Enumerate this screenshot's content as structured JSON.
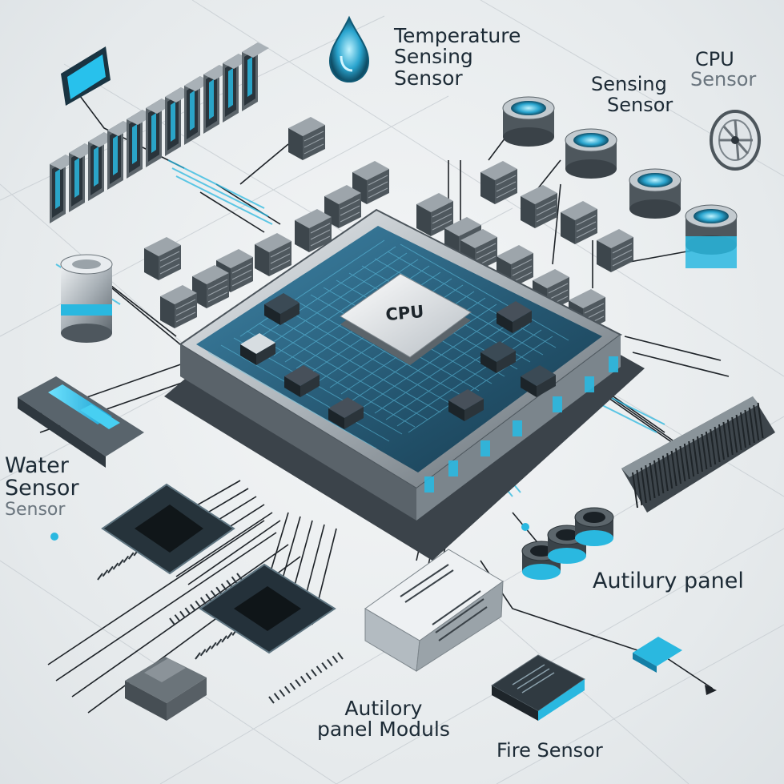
{
  "labels": {
    "temperature": [
      "Temperature",
      "Sensing",
      "Sensor"
    ],
    "cpu_sensing": [
      "Sensing",
      "Sensor"
    ],
    "cpu_top": [
      "CPU",
      "Sensor"
    ],
    "water": [
      "Water",
      "Sensor",
      "Sensor"
    ],
    "aux_panel": "Autilury panel",
    "aux_modules": [
      "Autilory",
      "panel Moduls"
    ],
    "fire": "Fire Sensor",
    "chip": "CPU"
  },
  "colors": {
    "accent": "#2ab8e0",
    "metal": "#8d969c",
    "dark": "#28323a",
    "board": "#2d5d78",
    "wire": "#1e2328"
  },
  "icons": [
    "water-drop-icon",
    "fan-icon"
  ]
}
